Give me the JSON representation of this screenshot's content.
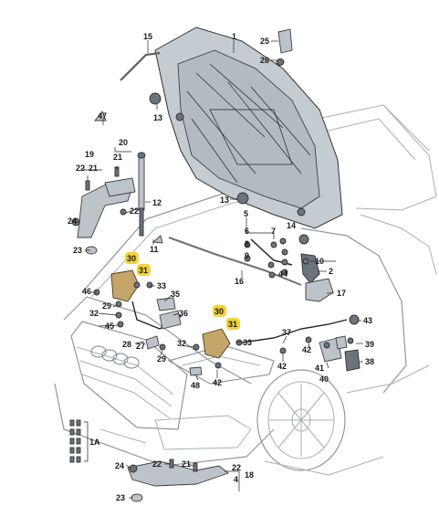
{
  "diagram": {
    "callouts": {
      "c1": "1",
      "c2": "2",
      "c4": "4",
      "c5": "5",
      "c6": "6",
      "c7": "7",
      "c8": "8",
      "c9": "9",
      "c10": "10",
      "c11": "11",
      "c12": "12",
      "c13a": "13",
      "c13b": "13",
      "c14": "14",
      "c15": "15",
      "c16": "16",
      "c17": "17",
      "c18": "18",
      "c19": "19",
      "c20": "20",
      "c21a": "21",
      "c21b": "21",
      "c22a": "22",
      "c22b": "22",
      "c22c": "22",
      "c23a": "23",
      "c23b": "23",
      "c24a": "24",
      "c24b": "24",
      "c25": "25",
      "c26": "26",
      "c27": "27",
      "c28": "28",
      "c29a": "29",
      "c29b": "29",
      "c30a": "30",
      "c30b": "30",
      "c31a": "31",
      "c31b": "31",
      "c32a": "32",
      "c32b": "32",
      "c33a": "33",
      "c33b": "33",
      "c35": "35",
      "c36": "36",
      "c37": "37",
      "c38": "38",
      "c39": "39",
      "c40": "40",
      "c41": "41",
      "c42a": "42",
      "c42b": "42",
      "c42c": "42",
      "c43": "43",
      "c44": "44",
      "c45": "45",
      "c46": "46",
      "c47": "47",
      "c48": "48",
      "c1a": "1A",
      "c21c": "21",
      "c22d": "22"
    },
    "highlight_color": "#f3d23a",
    "line_color": "#222222",
    "car_outline_color": "#a7afb6",
    "part_fill_color": "#bcc3c9"
  }
}
